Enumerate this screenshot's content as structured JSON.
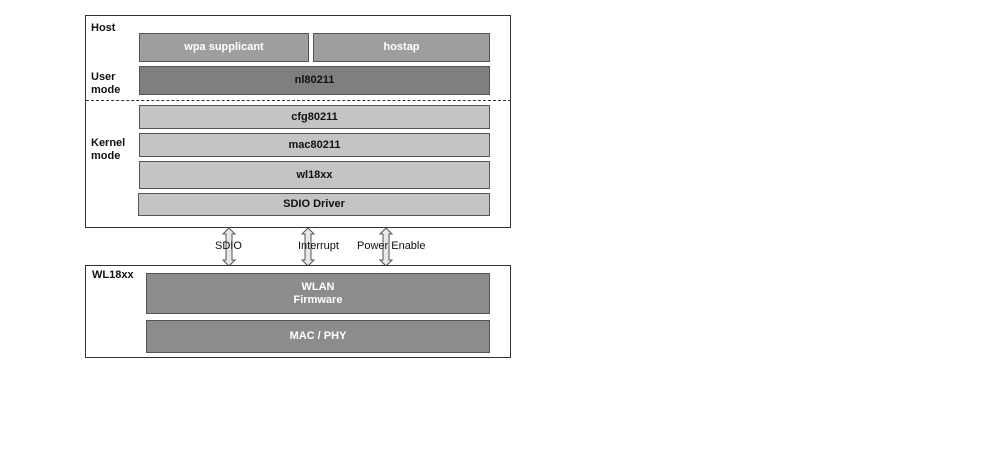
{
  "host": {
    "label": "Host",
    "user_mode_label": "User\nmode",
    "kernel_mode_label": "Kernel\nmode",
    "user_blocks": {
      "wpa": "wpa supplicant",
      "hostap": "hostap",
      "nl80211": "nl80211"
    },
    "kernel_blocks": {
      "cfg80211": "cfg80211",
      "mac80211": "mac80211",
      "wl18xx": "wl18xx",
      "sdio_driver": "SDIO Driver"
    }
  },
  "links": {
    "sdio": "SDIO",
    "interrupt": "Interrupt",
    "power_enable": "Power Enable"
  },
  "device": {
    "label": "WL18xx",
    "wlan_firmware": "WLAN\nFirmware",
    "mac_phy": "MAC / PHY"
  },
  "colors": {
    "light_block": "#c4c4c4",
    "mid_block": "#9e9e9e",
    "dark_block": "#7f7f7f",
    "device_block": "#8c8c8c"
  }
}
